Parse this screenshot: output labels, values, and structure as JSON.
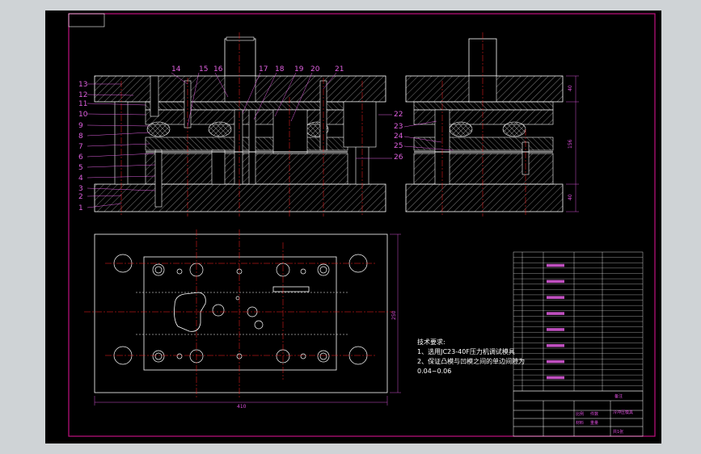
{
  "colors": {
    "viewport_bg": "#cfd3d6",
    "paper": "#000000",
    "frame": "#c01080",
    "line": "#ffffff",
    "hatch": "#b0b0b0",
    "center": "#ff2020",
    "label": "#e060e0",
    "dimension": "#d050d0"
  },
  "part_numbers_left": [
    "13",
    "12",
    "11",
    "10",
    "9",
    "8",
    "7",
    "6",
    "5",
    "4",
    "3",
    "2",
    "1"
  ],
  "part_numbers_top": [
    "14",
    "15",
    "16",
    "17",
    "18",
    "19",
    "20",
    "21"
  ],
  "part_numbers_right": [
    "22",
    "23",
    "24",
    "25",
    "26"
  ],
  "dimensions": {
    "overall_height": "156",
    "top_thickness": "40",
    "bottom_thickness": "40",
    "plan_width": "410",
    "plan_height": "250"
  },
  "tech_requirements": {
    "title": "技术要求:",
    "line1": "1、选用JC23-40F压力机调试模具",
    "line2": "2、保证凸模与凹模之间的单边间隙为",
    "line3": "0.04~0.06"
  },
  "title_block": {
    "drawing_name": "冷冲压模具",
    "scale_label": "比例",
    "quantity_label": "件数",
    "material_label": "材料",
    "weight_label": "重量",
    "sheet": "共1张",
    "remark": "备注"
  }
}
